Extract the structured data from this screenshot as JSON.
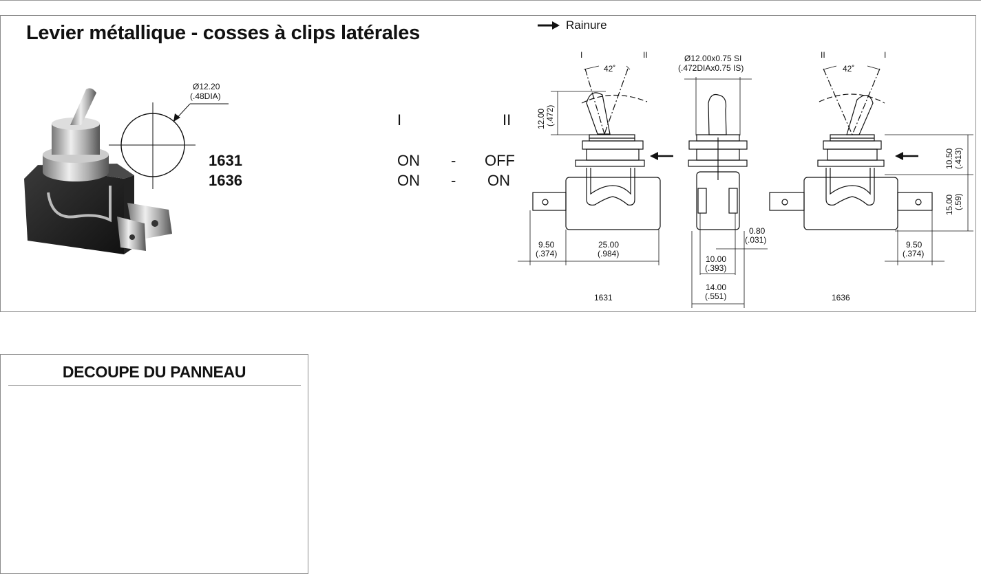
{
  "title": "Levier métallique - cosses à clips latérales",
  "legend": {
    "label": "Rainure",
    "icon": "arrow-right-icon"
  },
  "positions": {
    "pos1": "I",
    "pos2": "II"
  },
  "models": [
    {
      "number": "1631",
      "pos1": "ON",
      "sep": "-",
      "pos2": "OFF"
    },
    {
      "number": "1636",
      "pos1": "ON",
      "sep": "-",
      "pos2": "ON"
    }
  ],
  "drawing": {
    "angle": "42˚",
    "thread_si": "Ø12.00x0.75 SI",
    "thread_is": "(.472DIAx0.75 IS)",
    "lever_h_mm": "12.00",
    "lever_h_in": "(.472)",
    "bush_h_mm": "10.50",
    "bush_h_in": "(.413)",
    "body_h_mm": "15.00",
    "body_h_in": "(.59)",
    "tab_w_mm": "9.50",
    "tab_w_in": "(.374)",
    "body_w_mm": "25.00",
    "body_w_in": "(.984)",
    "tab_t_mm": "0.80",
    "tab_t_in": "(.031)",
    "inner_w_mm": "10.00",
    "inner_w_in": "(.393)",
    "outer_w_mm": "14.00",
    "outer_w_in": "(.551)",
    "label_left": "1631",
    "label_right": "1636",
    "roman1": "I",
    "roman2": "II"
  },
  "cutout": {
    "title": "DECOUPE DU PANNEAU",
    "dia_mm": "Ø12.20",
    "dia_in": "(.48DIA)"
  }
}
